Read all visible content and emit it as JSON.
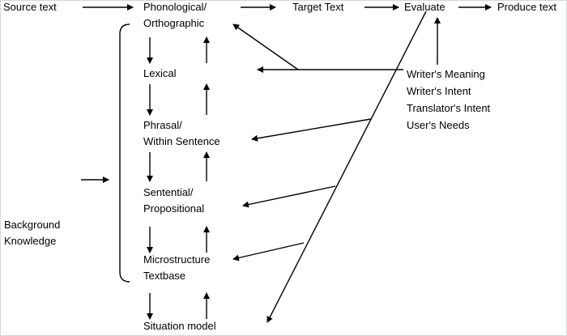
{
  "pipeline": {
    "source_text": "Source text",
    "target_text": "Target Text",
    "evaluate": "Evaluate",
    "produce_text": "Produce text"
  },
  "levels": {
    "phonological": [
      "Phonological/",
      "Orthographic"
    ],
    "lexical": "Lexical",
    "phrasal": [
      "Phrasal/",
      "Within Sentence"
    ],
    "sentential": [
      "Sentential/",
      "Propositional"
    ],
    "microstructure": [
      "Microstructure",
      "Textbase"
    ],
    "situation_model": "Situation model"
  },
  "background_knowledge": [
    "Background",
    "Knowledge"
  ],
  "constraints": [
    "Writer's Meaning",
    "Writer's Intent",
    "Translator's Intent",
    "User's Needs"
  ]
}
